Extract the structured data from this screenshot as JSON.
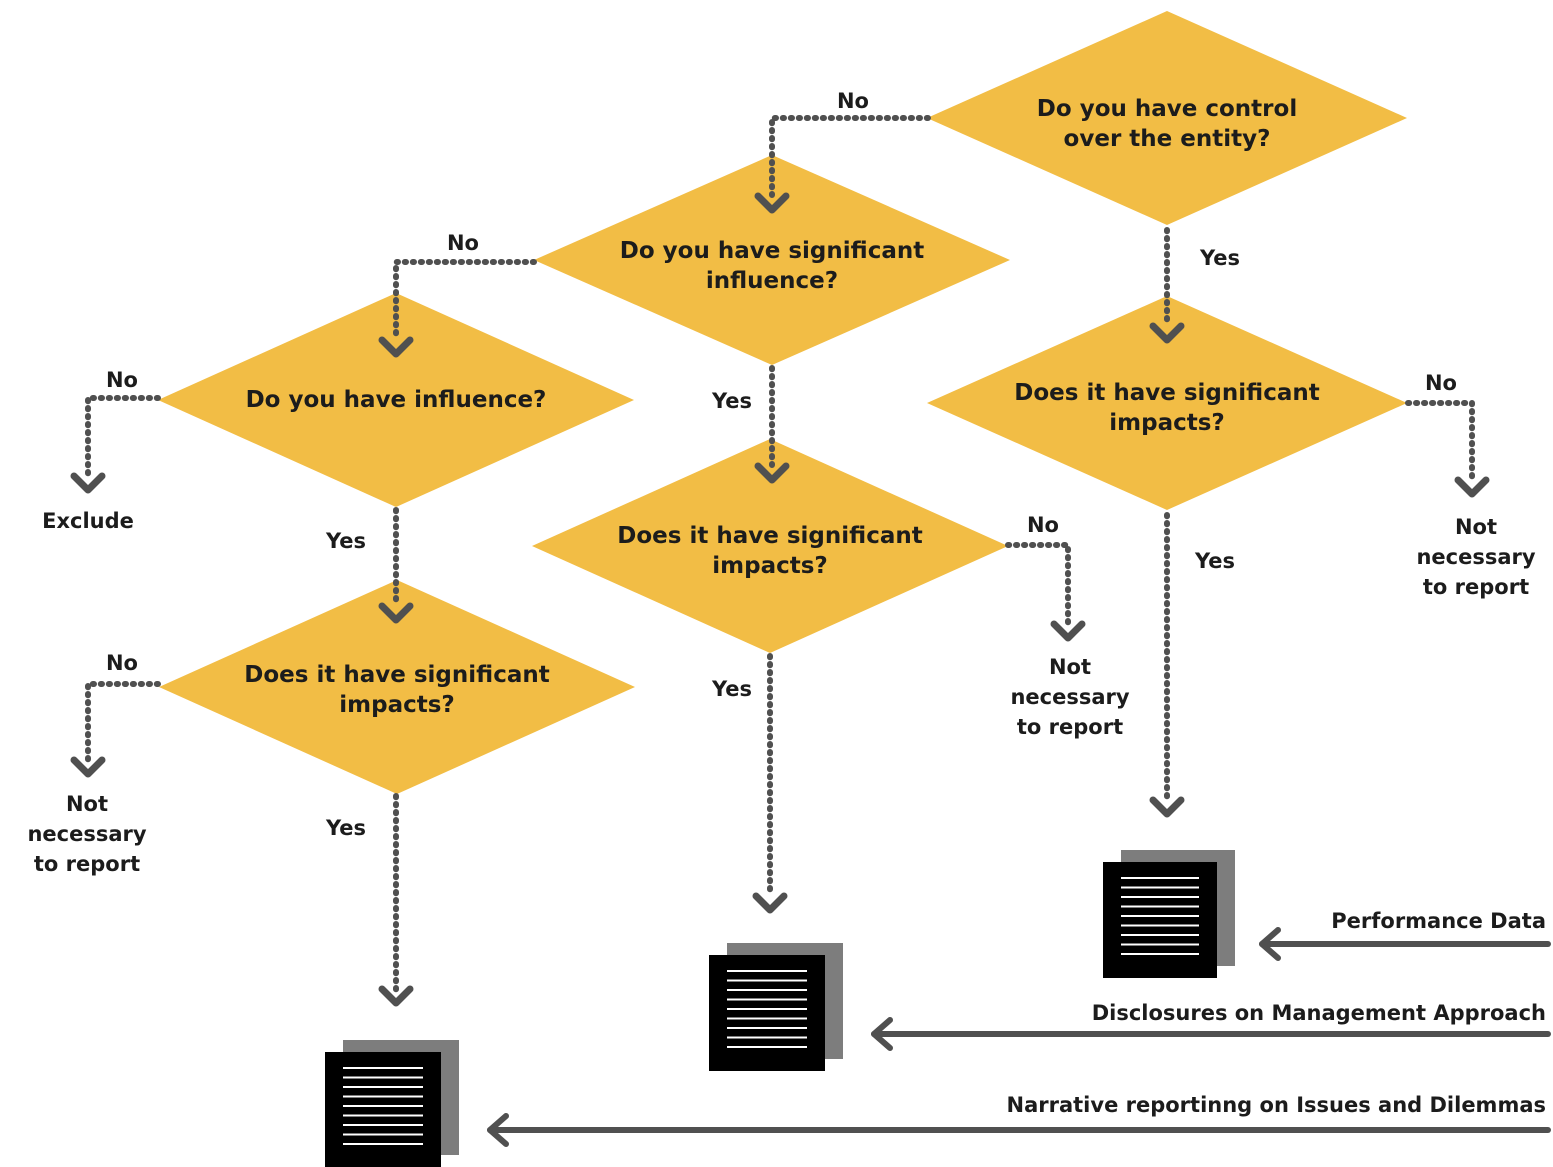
{
  "colors": {
    "decision_fill": "#f2bd45",
    "connector": "#505050",
    "document_front": "#000000",
    "document_back": "#7d7d7d",
    "text": "#1c1c1c"
  },
  "decisions": {
    "control": [
      "Do you have control",
      "over the entity?"
    ],
    "significant_influence": [
      "Do you have  significant",
      "influence?"
    ],
    "influence": [
      "Do you have influence?"
    ],
    "impacts_control": [
      "Does it have significant",
      "impacts?"
    ],
    "impacts_sig_influence": [
      "Does it have significant",
      "impacts?"
    ],
    "impacts_influence": [
      "Does it have significant",
      "impacts?"
    ]
  },
  "branch_labels": {
    "yes": "Yes",
    "no": "No"
  },
  "outcomes": {
    "exclude": [
      "Exclude"
    ],
    "not_necessary": [
      "Not",
      "necessary",
      "to report"
    ]
  },
  "inputs": {
    "performance_data": "Performance Data",
    "dma": "Disclosures on Management Approach",
    "narrative": "Narrative reportinng on Issues and Dilemmas"
  },
  "icons": {
    "report_document": "report-document-icon",
    "arrow": "arrow-icon"
  }
}
